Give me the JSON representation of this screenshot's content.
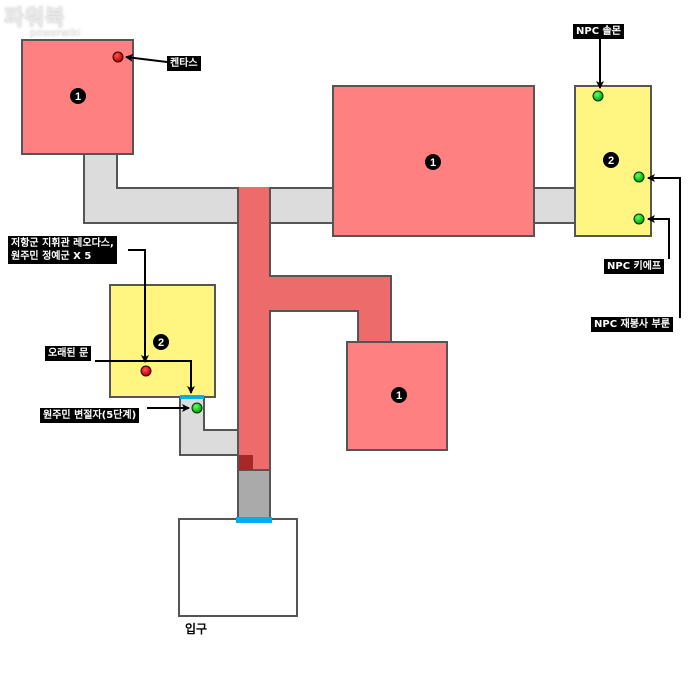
{
  "watermark": {
    "title": "파워북",
    "subtitle": "powerwiki"
  },
  "badges": {
    "one": "1",
    "two": "2"
  },
  "labels": {
    "kentas": "켄타스",
    "npc_solmon": "NPC 솔몬",
    "npc_kief": "NPC 키에프",
    "npc_burun": "NPC 재봉사 부룬",
    "resistance_line1": "저항군 지휘관 레오다스,",
    "resistance_line2": "원주민 정예군 X 5",
    "old_door": "오래된 문",
    "traitor": "원주민 변절자(5단계)",
    "entrance": "입구"
  },
  "colors": {
    "room_red": "#ff8080",
    "room_yellow": "#fff580",
    "corridor_red": "#ee6b6b",
    "corridor_gray": "#dcdcdc",
    "door_blue": "#00aeef",
    "npc_green": "#1fbf1f",
    "enemy_red": "#cc0000"
  }
}
